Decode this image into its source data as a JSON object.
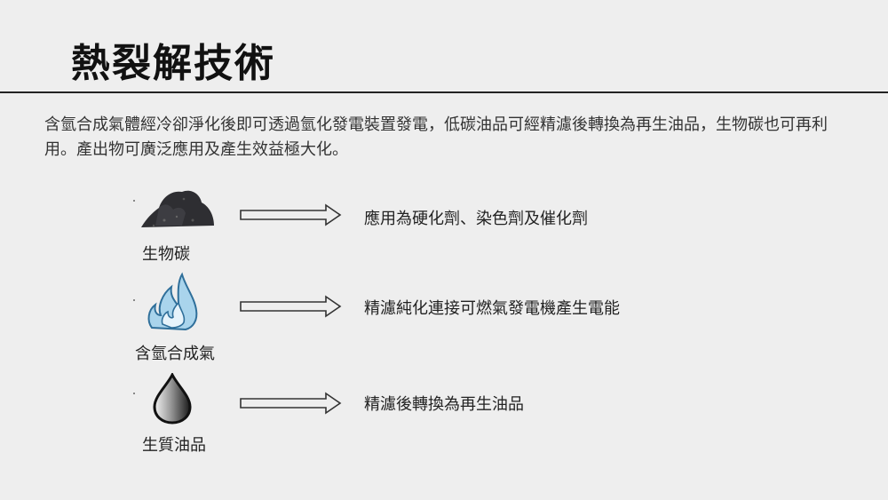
{
  "title": "熱裂解技術",
  "intro": "含氫合成氣體經冷卻淨化後即可透過氫化發電裝置發電，低碳油品可經精濾後轉換為再生油品，生物碳也可再利用。產出物可廣泛應用及產生效益極大化。",
  "items": [
    {
      "icon": "biochar-pile-icon",
      "label": "生物碳",
      "description": "應用為硬化劑、染色劑及催化劑"
    },
    {
      "icon": "blue-flame-icon",
      "label": "含氫合成氣",
      "description": "精濾純化連接可燃氣發電機產生電能"
    },
    {
      "icon": "oil-drop-icon",
      "label": "生質油品",
      "description": "精濾後轉換為再生油品"
    }
  ]
}
